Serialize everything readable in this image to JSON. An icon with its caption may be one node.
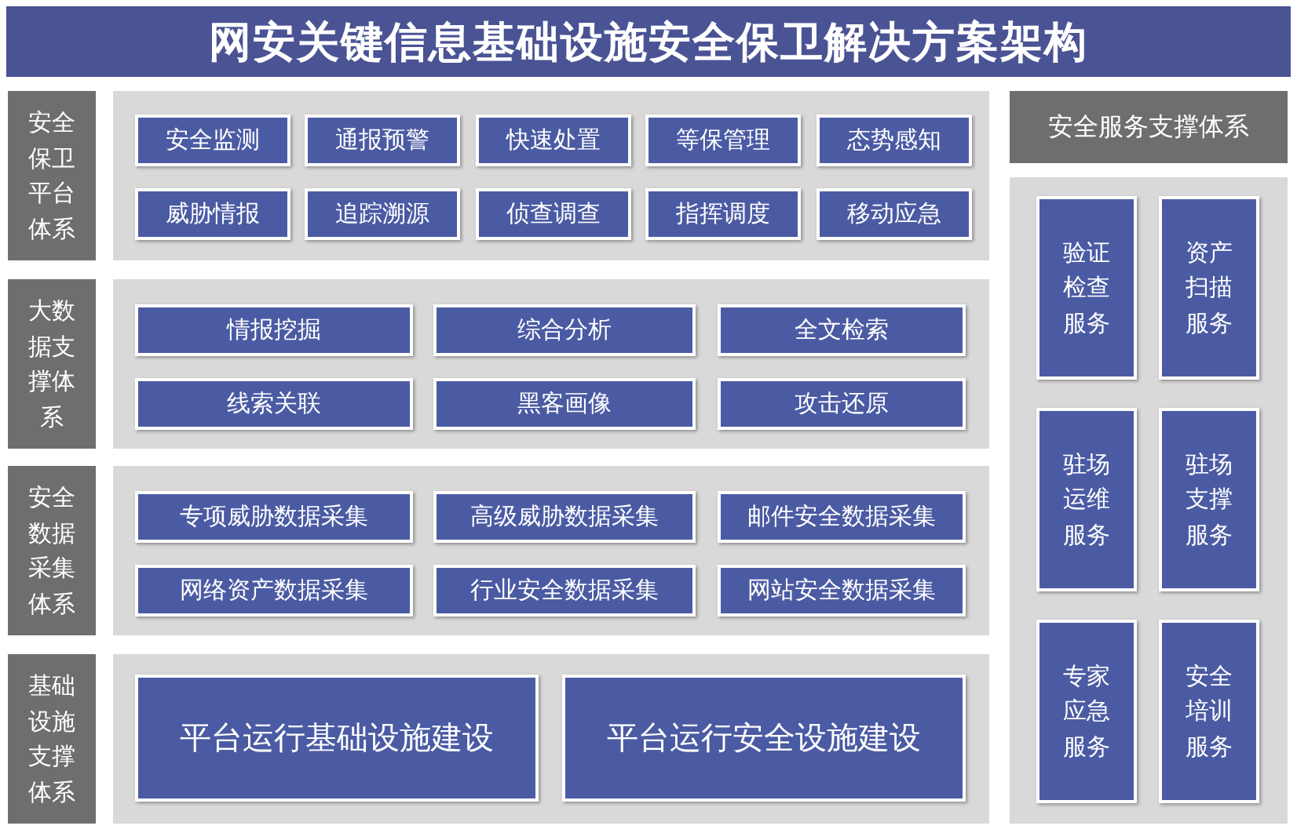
{
  "diagram": {
    "title": "网安关键信息基础设施安全保卫解决方案架构",
    "nodes": [
      {
        "text": [
          "安全保卫平台体系"
        ]
      },
      {
        "text": [],
        "shape": "box"
      },
      {
        "text": [
          "安全监测"
        ],
        "in": 1
      },
      {
        "text": [
          "通报预警"
        ],
        "in": 1
      },
      {
        "text": [
          "快速处置"
        ],
        "in": 1
      },
      {
        "text": [
          "等保管理"
        ],
        "in": 1
      },
      {
        "text": [
          "态势感知"
        ],
        "in": 1
      },
      {
        "text": [
          "威胁情报"
        ],
        "in": 1
      },
      {
        "text": [
          "追踪溯源"
        ],
        "in": 1
      },
      {
        "text": [
          "侦查调查"
        ],
        "in": 1
      },
      {
        "text": [
          "指挥调度"
        ],
        "in": 1
      },
      {
        "text": [
          "移动应急"
        ],
        "in": 1
      },
      {
        "text": [
          "大数据支撑体系"
        ]
      },
      {
        "text": [],
        "shape": "box"
      },
      {
        "text": [
          "情报挖掘"
        ],
        "in": 13
      },
      {
        "text": [
          "综合分析"
        ],
        "in": 13
      },
      {
        "text": [
          "全文检索"
        ],
        "in": 13
      },
      {
        "text": [
          "线索关联"
        ],
        "in": 13
      },
      {
        "text": [
          "黑客画像"
        ],
        "in": 13
      },
      {
        "text": [
          "攻击还原"
        ],
        "in": 13
      },
      {
        "text": [
          "安全数据采集体系"
        ]
      },
      {
        "text": [],
        "shape": "box"
      },
      {
        "text": [
          "专项威胁数据采集"
        ],
        "in": 21
      },
      {
        "text": [
          "高级威胁数据采集"
        ],
        "in": 21
      },
      {
        "text": [
          "邮件安全数据采集"
        ],
        "in": 21
      },
      {
        "text": [
          "网络资产数据采集"
        ],
        "in": 21
      },
      {
        "text": [
          "行业安全数据采集"
        ],
        "in": 21
      },
      {
        "text": [
          "网站安全数据采集"
        ],
        "in": 21
      },
      {
        "text": [
          "基础设施支撑体系"
        ]
      },
      {
        "text": [],
        "shape": "box"
      },
      {
        "text": [
          "平台运行基础设施建设"
        ],
        "in": 29
      },
      {
        "text": [
          "平台运行安全设施建设"
        ],
        "in": 29
      },
      {
        "text": [
          "安全服务支撑体系"
        ]
      },
      {
        "text": [],
        "shape": "box"
      },
      {
        "text": [
          "验证检查服务"
        ],
        "in": 33
      },
      {
        "text": [
          "资产扫描服务"
        ],
        "in": 33
      },
      {
        "text": [
          "驻场运维服务"
        ],
        "in": 33
      },
      {
        "text": [
          "驻场支撑服务"
        ],
        "in": 33
      },
      {
        "text": [
          "专家应急服务"
        ],
        "in": 33
      },
      {
        "text": [
          "安全培训服务"
        ],
        "in": 33
      }
    ]
  }
}
